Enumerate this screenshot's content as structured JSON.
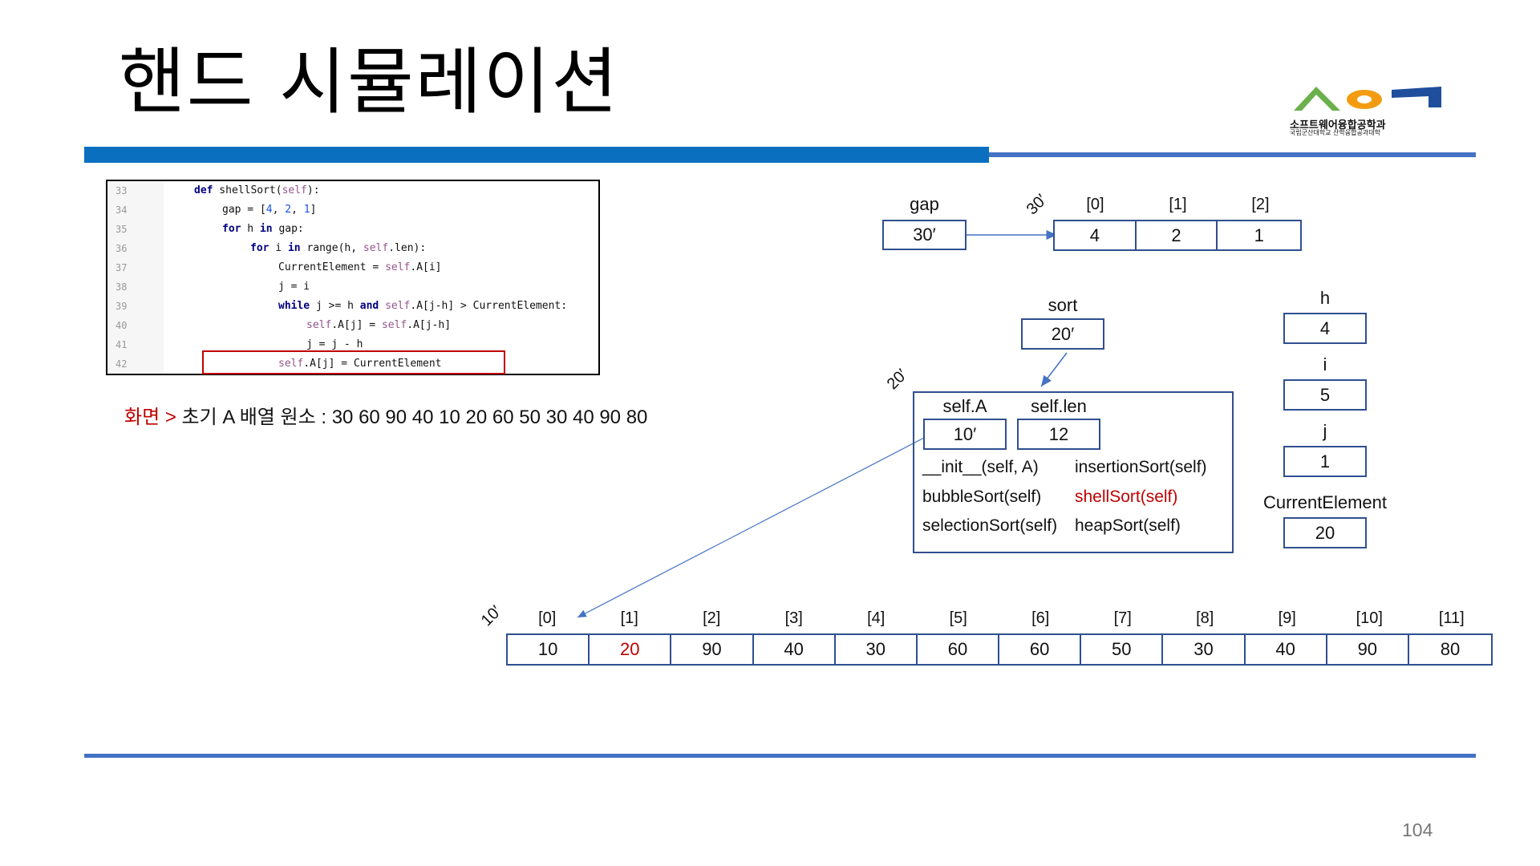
{
  "title": "핸드 시뮬레이션",
  "page_number": "104",
  "logo": {
    "name": "소프트웨어융합공학과",
    "sub": "국립군산대학교 산학융합공과대학",
    "colors": [
      "#6ab04c",
      "#f39c12",
      "#1f4e9c"
    ]
  },
  "code": {
    "lines": [
      {
        "num": "33",
        "indent": 0,
        "html": "<span class=\"kw\">def</span> shellSort(<span class=\"sf\">self</span>):"
      },
      {
        "num": "34",
        "indent": 1,
        "html": "gap = [<span class=\"num\">4</span>, <span class=\"num\">2</span>, <span class=\"num\">1</span>]"
      },
      {
        "num": "35",
        "indent": 1,
        "html": "<span class=\"kw\">for</span> h <span class=\"kw\">in</span> gap:"
      },
      {
        "num": "36",
        "indent": 2,
        "html": "<span class=\"kw\">for</span> i <span class=\"kw\">in</span> range(h, <span class=\"sf\">self</span>.len):"
      },
      {
        "num": "37",
        "indent": 3,
        "html": "CurrentElement = <span class=\"sf\">self</span>.A[i]"
      },
      {
        "num": "38",
        "indent": 3,
        "html": "j = i"
      },
      {
        "num": "39",
        "indent": 3,
        "html": "<span class=\"kw\">while</span> j >= h <span class=\"kw\">and</span> <span class=\"sf\">self</span>.A[j-h] > CurrentElement:"
      },
      {
        "num": "40",
        "indent": 4,
        "html": "<span class=\"sf\">self</span>.A[j] = <span class=\"sf\">self</span>.A[j-h]"
      },
      {
        "num": "41",
        "indent": 4,
        "html": "j = j - h"
      },
      {
        "num": "42",
        "indent": 3,
        "html": "<span class=\"sf\">self</span>.A[j] = CurrentElement"
      }
    ]
  },
  "caption": {
    "screen": "화면",
    "arrow": ">",
    "text": "초기 A 배열 원소 : 30 60 90 40 10 20 60 50 30 40 90 80"
  },
  "gap": {
    "label": "gap",
    "value": "30′",
    "addr": "30′",
    "indices": [
      "[0]",
      "[1]",
      "[2]"
    ],
    "values": [
      "4",
      "2",
      "1"
    ]
  },
  "sort": {
    "label": "sort",
    "value": "20′",
    "addr": "20′"
  },
  "object": {
    "selfA_label": "self.A",
    "selfA_value": "10′",
    "selflen_label": "self.len",
    "selflen_value": "12",
    "methods": [
      "__init__(self, A)",
      "insertionSort(self)",
      "bubbleSort(self)",
      "shellSort(self)",
      "selectionSort(self)",
      "heapSort(self)"
    ]
  },
  "vars": {
    "h_label": "h",
    "h_value": "4",
    "i_label": "i",
    "i_value": "5",
    "j_label": "j",
    "j_value": "1",
    "ce_label": "CurrentElement",
    "ce_value": "20"
  },
  "array": {
    "addr": "10′",
    "indices": [
      "[0]",
      "[1]",
      "[2]",
      "[3]",
      "[4]",
      "[5]",
      "[6]",
      "[7]",
      "[8]",
      "[9]",
      "[10]",
      "[11]"
    ],
    "values": [
      "10",
      "20",
      "90",
      "40",
      "30",
      "60",
      "60",
      "50",
      "30",
      "40",
      "90",
      "80"
    ],
    "highlight_index": 1
  }
}
